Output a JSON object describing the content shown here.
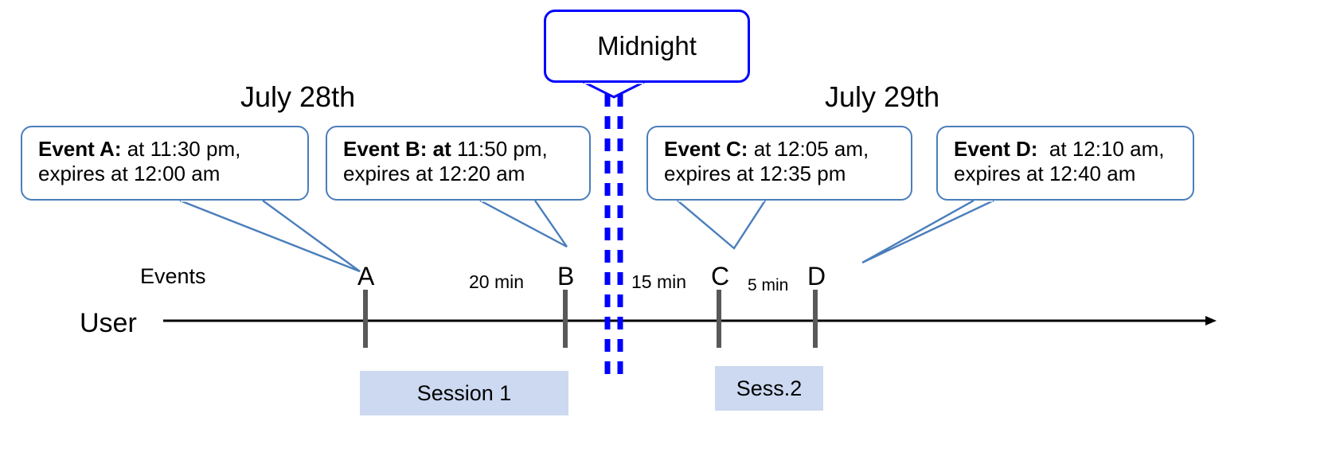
{
  "diagram": {
    "title": "Event expiry across midnight timeline",
    "colors": {
      "midnight_blue": "#0000FF",
      "callout_blue": "#4A7EBB",
      "session_fill": "#CCD9F0",
      "axis_black": "#000000",
      "marker_gray": "#595959"
    }
  },
  "dates": {
    "left": "July 28th",
    "right": "July 29th"
  },
  "midnight": {
    "label": "Midnight"
  },
  "callouts": [
    {
      "id": "event-a",
      "line1_bold": "Event A:",
      "line1_rest": " at 11:30 pm,",
      "line2": "expires at 12:00 am"
    },
    {
      "id": "event-b",
      "line1_bold": "Event B: at",
      "line1_rest": " 11:50 pm,",
      "line2": "expires at 12:20 am"
    },
    {
      "id": "event-c",
      "line1_bold": "Event C:",
      "line1_rest": " at 12:05 am,",
      "line2": "expires at 12:35 pm"
    },
    {
      "id": "event-d",
      "line1_bold": "Event D:",
      "line1_rest": "  at 12:10 am,",
      "line2": "expires at 12:40 am"
    }
  ],
  "axis": {
    "user_label": "User",
    "events_label": "Events"
  },
  "markers": [
    {
      "id": "marker-a",
      "label": "A"
    },
    {
      "id": "marker-b",
      "label": "B"
    },
    {
      "id": "marker-c",
      "label": "C"
    },
    {
      "id": "marker-d",
      "label": "D"
    }
  ],
  "gaps": [
    {
      "id": "gap-ab",
      "label": "20 min"
    },
    {
      "id": "gap-bc",
      "label": "15 min"
    },
    {
      "id": "gap-cd",
      "label": "5 min"
    }
  ],
  "sessions": [
    {
      "id": "session-1",
      "label": "Session 1"
    },
    {
      "id": "session-2",
      "label": "Sess.2"
    }
  ]
}
